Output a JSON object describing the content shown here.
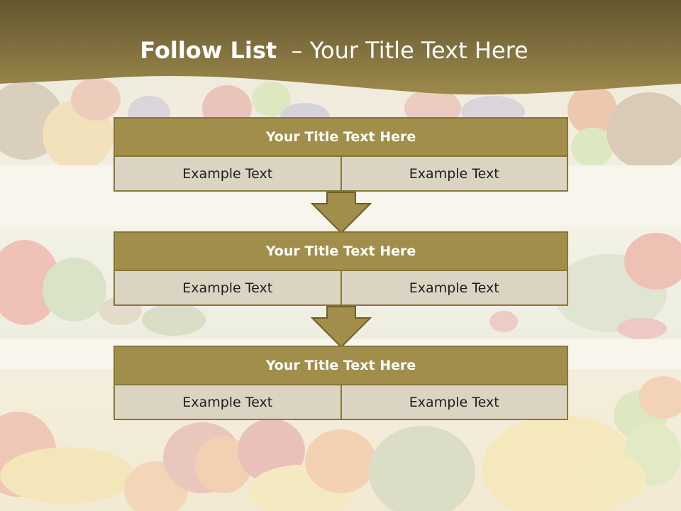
{
  "header": {
    "title_bold": "Follow List",
    "title_rest": "  – Your Title Text Here"
  },
  "colors": {
    "header_dark": "#6b5d2e",
    "header_light": "#9a8848",
    "box_title_fill": "#a08e4a",
    "box_border": "#887635",
    "cell_fill": "#dcd4c3"
  },
  "boxes": [
    {
      "title": "Your Title Text Here",
      "cells": [
        "Example Text",
        "Example Text"
      ]
    },
    {
      "title": "Your Title Text Here",
      "cells": [
        "Example Text",
        "Example Text"
      ]
    },
    {
      "title": "Your Title Text Here",
      "cells": [
        "Example Text",
        "Example Text"
      ]
    }
  ]
}
